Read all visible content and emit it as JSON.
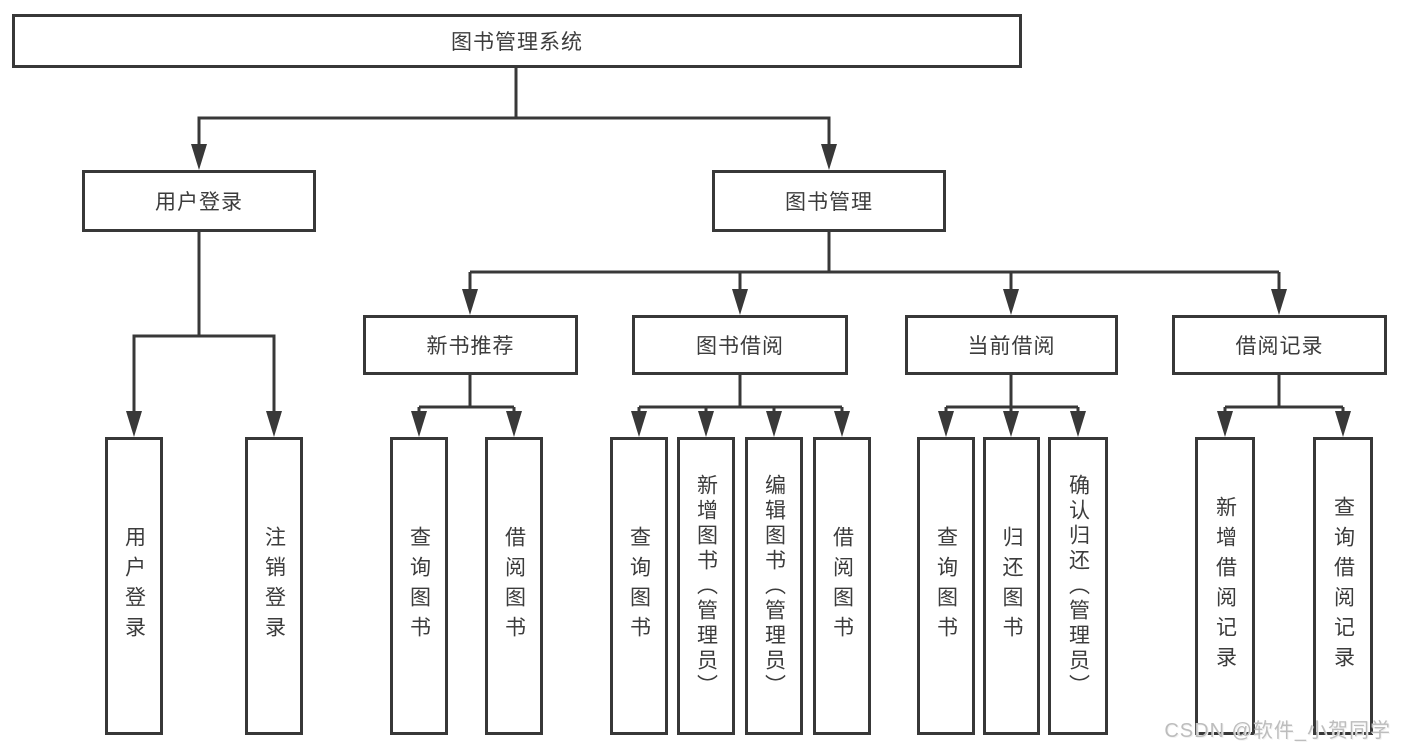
{
  "diagram": {
    "type": "tree-structure-chart",
    "root": {
      "label": "图书管理系统",
      "children": [
        {
          "label": "用户登录",
          "children": [
            {
              "label": "用户登录"
            },
            {
              "label": "注销登录"
            }
          ]
        },
        {
          "label": "图书管理",
          "children": [
            {
              "label": "新书推荐",
              "children": [
                {
                  "label": "查询图书"
                },
                {
                  "label": "借阅图书"
                }
              ]
            },
            {
              "label": "图书借阅",
              "children": [
                {
                  "label": "查询图书"
                },
                {
                  "label": "新增图书（管理员）"
                },
                {
                  "label": "编辑图书（管理员）"
                },
                {
                  "label": "借阅图书"
                }
              ]
            },
            {
              "label": "当前借阅",
              "children": [
                {
                  "label": "查询图书"
                },
                {
                  "label": "归还图书"
                },
                {
                  "label": "确认归还（管理员）"
                }
              ]
            },
            {
              "label": "借阅记录",
              "children": [
                {
                  "label": "新增借阅记录"
                },
                {
                  "label": "查询借阅记录"
                }
              ]
            }
          ]
        }
      ]
    },
    "colors": {
      "line": "#383838",
      "box_border": "#383838",
      "text": "#3c3c3c",
      "background": "#ffffff",
      "watermark_text": "#bdbdbd"
    }
  },
  "watermark": {
    "text": "CSDN @软件_小贺同学"
  }
}
